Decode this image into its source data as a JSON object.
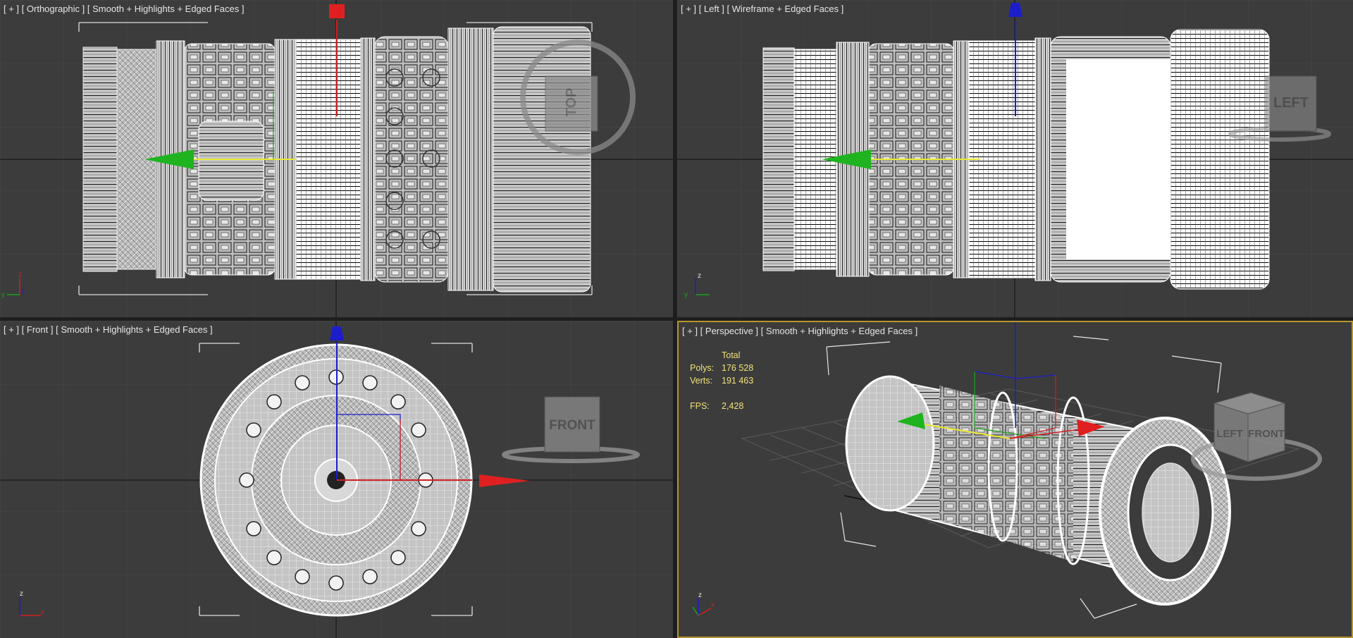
{
  "viewports": {
    "top_left": {
      "label_parts": [
        "[ + ]",
        "[ Orthographic ]",
        "[ Smooth + Highlights + Edged Faces ]"
      ],
      "cube_face": "TOP"
    },
    "top_right": {
      "label_parts": [
        "[ + ]",
        "[ Left ]",
        "[ Wireframe + Edged Faces ]"
      ],
      "cube_face": "LEFT"
    },
    "bottom_left": {
      "label_parts": [
        "[ + ]",
        "[ Front ]",
        "[ Smooth + Highlights + Edged Faces ]"
      ],
      "cube_face": "FRONT"
    },
    "bottom_right": {
      "label_parts": [
        "[ + ]",
        "[ Perspective ]",
        "[ Smooth + Highlights + Edged Faces ]"
      ],
      "cube_faces": [
        "LEFT",
        "FRONT"
      ],
      "stats": {
        "header": "Total",
        "polys_label": "Polys:",
        "polys_value": "176 528",
        "verts_label": "Verts:",
        "verts_value": "191 463",
        "fps_label": "FPS:",
        "fps_value": "2,428"
      }
    }
  },
  "axis_labels": {
    "x": "x",
    "y": "y",
    "z": "z"
  },
  "colors": {
    "viewport_bg": "#3c3c3c",
    "active_border": "#b8962e",
    "stats_text": "#f2e27a",
    "axis_x": "#d11f1f",
    "axis_y": "#1aa31a",
    "axis_z": "#1d1dcc"
  }
}
